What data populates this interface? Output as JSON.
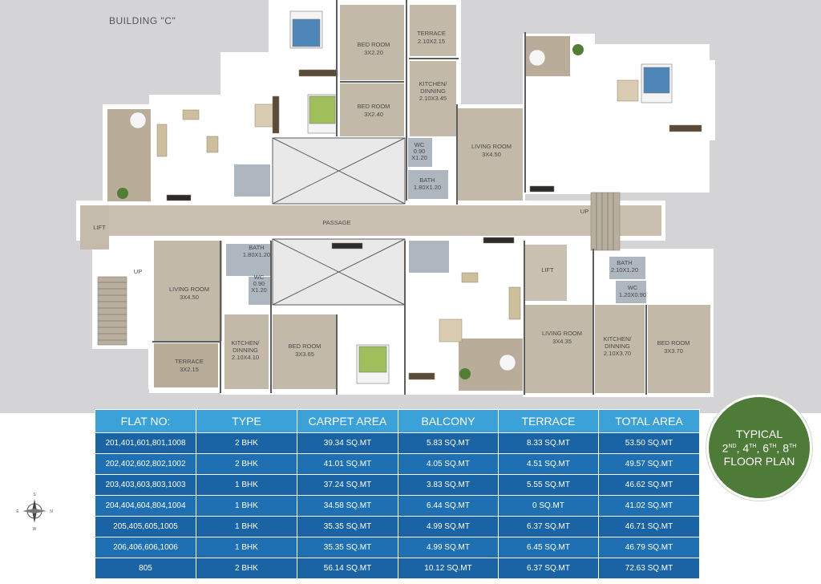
{
  "building_title": "BUILDING \"C\"",
  "rooms": {
    "passage": "PASSAGE",
    "lift_left": "LIFT",
    "lift_right": "LIFT",
    "up_left": "UP",
    "up_right": "UP",
    "bed_room_top1": [
      "BED ROOM",
      "3X2.20"
    ],
    "terrace_top": [
      "TERRACE",
      "2.10X2.15"
    ],
    "kitchen_top": [
      "KITCHEN/",
      "DINNING",
      "2.10X3.45"
    ],
    "bed_room_top2": [
      "BED ROOM",
      "3X2.40"
    ],
    "living_room_top": [
      "LIVING ROOM",
      "3X4.50"
    ],
    "wc_top": [
      "WC",
      "0.90",
      "X1.20"
    ],
    "bath_top": [
      "BATH",
      "1.80X1.20"
    ],
    "bath_bl": [
      "BATH",
      "1.80X1.20"
    ],
    "wc_bl": [
      "WC",
      "0.90",
      "X1.20"
    ],
    "living_room_bl": [
      "LIVING ROOM",
      "3X4.50"
    ],
    "kitchen_bl": [
      "KITCHEN/",
      "DINNING",
      "2.10X4.10"
    ],
    "bed_room_bl": [
      "BED ROOM",
      "3X3.65"
    ],
    "terrace_bl": [
      "TERRACE",
      "3X2.15"
    ],
    "bath_br": [
      "BATH",
      "2.10X1.20"
    ],
    "wc_br": [
      "WC",
      "1.20X0.90"
    ],
    "living_room_br": [
      "LIVING ROOM",
      "3X4.35"
    ],
    "kitchen_br": [
      "KITCHEN/",
      "DINNING",
      "2.10X3.70"
    ],
    "bed_room_br": [
      "BED ROOM",
      "3X3.70"
    ]
  },
  "table": {
    "headers": [
      "FLAT NO:",
      "TYPE",
      "CARPET AREA",
      "BALCONY",
      "TERRACE",
      "TOTAL AREA"
    ],
    "rows": [
      [
        "201,401,601,801,1008",
        "2 BHK",
        "39.34 SQ.MT",
        "5.83 SQ.MT",
        "8.33 SQ.MT",
        "53.50 SQ.MT"
      ],
      [
        "202,402,602,802,1002",
        "2 BHK",
        "41.01 SQ.MT",
        "4.05 SQ.MT",
        "4.51 SQ.MT",
        "49.57 SQ.MT"
      ],
      [
        "203,403,603,803,1003",
        "1 BHK",
        "37.24 SQ.MT",
        "3.83 SQ.MT",
        "5.55 SQ.MT",
        "46.62 SQ.MT"
      ],
      [
        "204,404,604,804,1004",
        "1 BHK",
        "34.58 SQ.MT",
        "6.44 SQ.MT",
        "0 SQ.MT",
        "41.02 SQ.MT"
      ],
      [
        "205,405,605,1005",
        "1 BHK",
        "35.35 SQ.MT",
        "4.99 SQ.MT",
        "6.37 SQ.MT",
        "46.71 SQ.MT"
      ],
      [
        "206,406,606,1006",
        "1 BHK",
        "35.35 SQ.MT",
        "4.99 SQ.MT",
        "6.45 SQ.MT",
        "46.79 SQ.MT"
      ],
      [
        "805",
        "2 BHK",
        "56.14 SQ.MT",
        "10.12 SQ.MT",
        "6.37 SQ.MT",
        "72.63 SQ.MT"
      ]
    ]
  },
  "badge": {
    "line1": "TYPICAL",
    "floors": [
      [
        "2",
        "ND"
      ],
      [
        "4",
        "TH"
      ],
      [
        "6",
        "TH"
      ],
      [
        "8",
        "TH"
      ]
    ],
    "line3": "FLOOR PLAN"
  },
  "compass": {
    "n": "N",
    "s": "S",
    "e": "E",
    "w": "W"
  },
  "colors": {
    "header_blue": "#3aa2d9",
    "row_blue": "#1f6fb2",
    "badge_green": "#4e7b38",
    "floor_beige": "#c3b9a8"
  }
}
